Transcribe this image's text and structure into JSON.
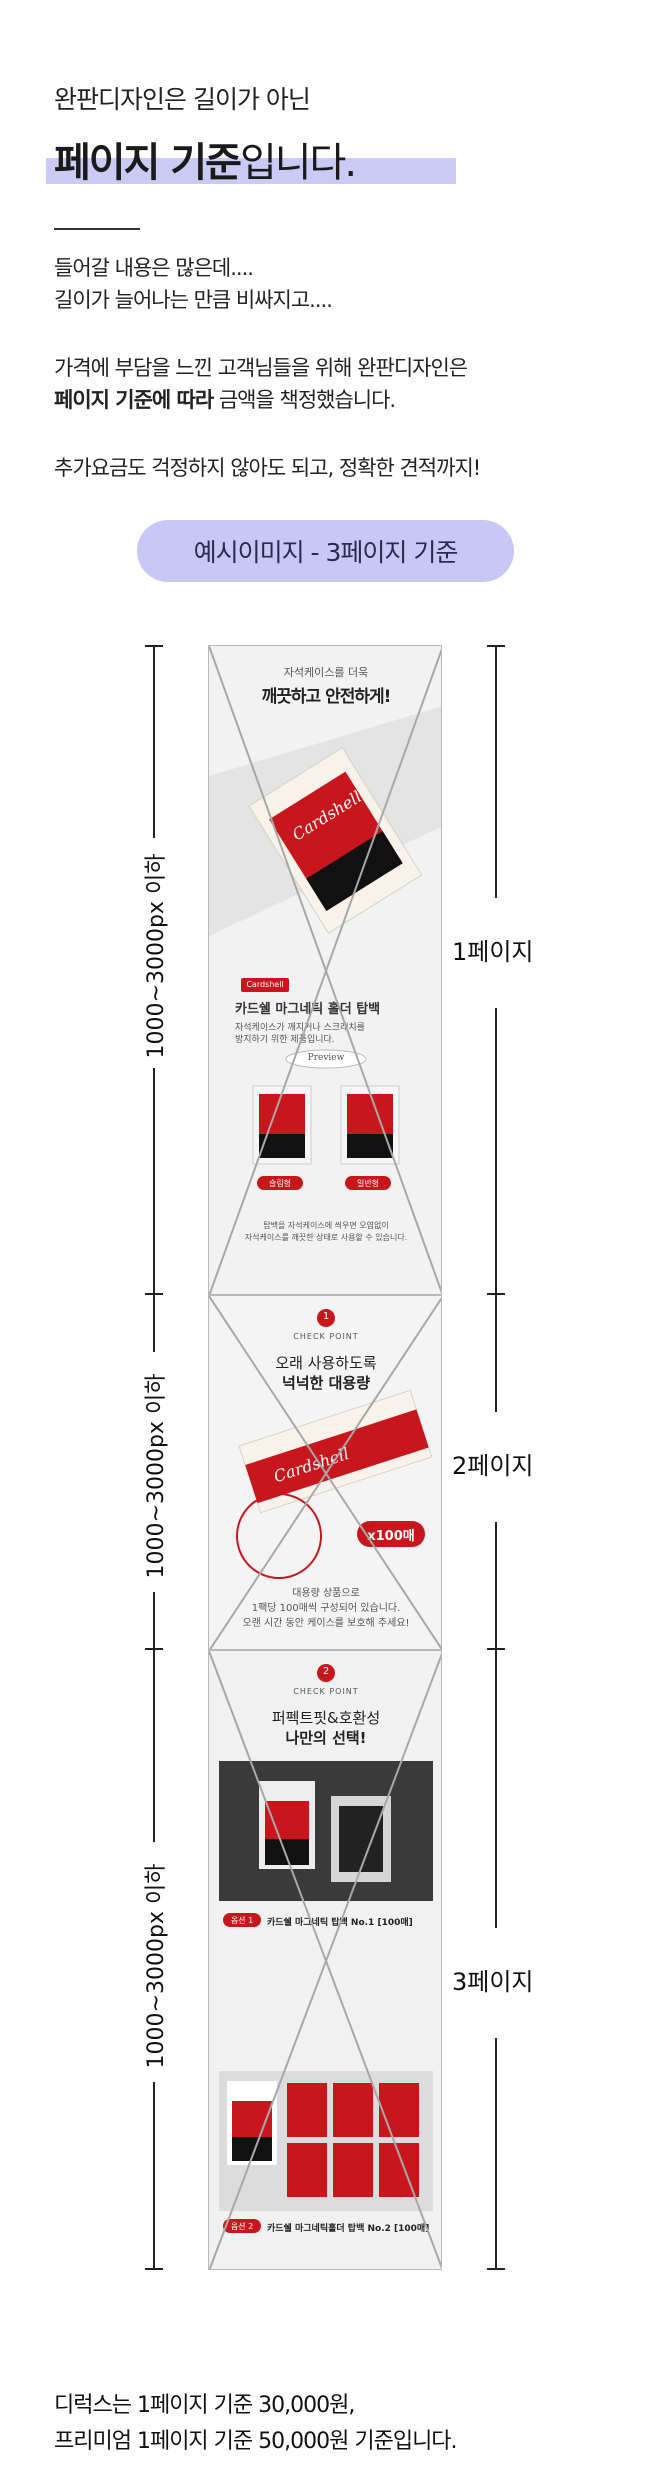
{
  "intro": {
    "subtitle": "완판디자인은 길이가 아닌",
    "title_bold": "페이지 기준",
    "title_rest": "입니다."
  },
  "paragraphs": {
    "p1_line1": "들어갈 내용은 많은데....",
    "p1_line2": "길이가 늘어나는 만큼 비싸지고....",
    "p2_line1": "가격에 부담을 느낀 고객님들을 위해 완판디자인은",
    "p2_line2_bold": "페이지 기준에 따라",
    "p2_line2_rest": " 금액을 책정했습니다.",
    "p3_line1": "추가요금도 걱정하지 않아도 되고, 정확한 견적까지!"
  },
  "pill": {
    "label": "예시이미지 - 3페이지 기준"
  },
  "sections": [
    {
      "left_label": "1000~3000px 이하",
      "right_label": "1페이지"
    },
    {
      "left_label": "1000~3000px 이하",
      "right_label": "2페이지"
    },
    {
      "left_label": "1000~3000px 이하",
      "right_label": "3페이지"
    }
  ],
  "panel1": {
    "top_small": "자석케이스를 더욱",
    "top_bold": "깨끗하고 안전하게!",
    "brand_tag": "Cardshell",
    "product_title": "카드쉘 마그네틱 홀더 탑백",
    "desc_line1": "자석케이스가 깨지거나 스크래치를",
    "desc_line2": "방지하기 위한 제품입니다.",
    "preview_label": "Preview",
    "product_a": "슬림형",
    "product_b": "일반형",
    "foot_line1": "탑백을 자석케이스에 씌우면 오염없이",
    "foot_line2": "자석케이스를 깨끗한 상태로 사용할 수 있습니다."
  },
  "panel2": {
    "check_no": "1",
    "check_label": "CHECK POINT",
    "line1": "오래 사용하도록",
    "line2": "넉넉한 대용량",
    "badge": "x100매",
    "foot_line1": "대용량 상품으로",
    "foot_line2": "1팩당 100매씩 구성되어 있습니다.",
    "foot_line3": "오랜 시간 동안 케이스를 보호해 주세요!"
  },
  "panel3": {
    "check_no": "2",
    "check_label": "CHECK POINT",
    "line1": "퍼펙트핏&호환성",
    "line2": "나만의 선택!",
    "opt1_tag": "옵션 1",
    "opt1_title": "카드쉘 마그네틱 탑백 No.1 [100매]",
    "opt2_tag": "옵션 2",
    "opt2_title": "카드쉘 마그네틱홀더 탑백 No.2 [100매]"
  },
  "bottom": {
    "line1": "디럭스는 1페이지 기준 30,000원,",
    "line2": "프리미엄 1페이지 기준 50,000원 기준입니다."
  },
  "colors": {
    "accent_lavender": "#c7c8f4",
    "brand_red": "#c8161d"
  }
}
